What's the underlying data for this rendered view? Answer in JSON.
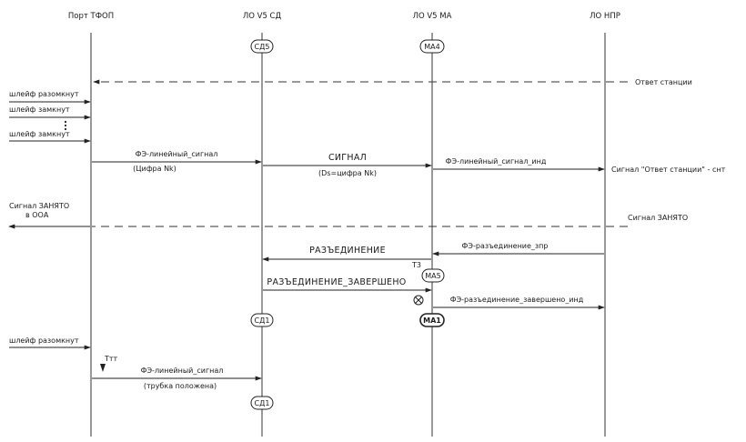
{
  "headers": {
    "port": "Порт ТФОП",
    "lo_sd": "ЛО V5 СД",
    "lo_ma": "ЛО V5 МА",
    "lo_npr": "ЛО НПР"
  },
  "states": {
    "sd5": "СД5",
    "ma4": "МА4",
    "ma5": "МА5",
    "sd1_a": "СД1",
    "ma1": "МА1",
    "sd1_b": "СД1"
  },
  "labels": {
    "station_answer": "Ответ станции",
    "loop_open_1": "шлейф разомкнут",
    "loop_closed_1": "шлейф замкнут",
    "loop_closed_2": "шлейф замкнут",
    "fe_line_signal_1": "ФЭ-линейный_сигнал",
    "digit_nk": "(Цифра Nk)",
    "signal": "СИГНАЛ",
    "ds_digit_nk": "(Ds=цифра Nk)",
    "fe_line_signal_ind": "ФЭ-линейный_сигнал_инд",
    "signal_station_answer": "Сигнал \"Ответ станции\" - снт",
    "busy_ooa_1": "Сигнал ЗАНЯТО",
    "busy_ooa_2": "в ООА",
    "busy_right": "Сигнал ЗАНЯТО",
    "fe_disconnect_req": "ФЭ-разъединение_зпр",
    "disconnect": "РАЗЪЕДИНЕНИЕ",
    "t3": "T3",
    "disconnect_done": "РАЗЪЕДИНЕНИЕ_ЗАВЕРШЕНО",
    "fe_disconnect_done_ind": "ФЭ-разъединение_завершено_инд",
    "loop_open_2": "шлейф разомкнут",
    "ttr": "Tтт",
    "fe_line_signal_2": "ФЭ-линейный_сигнал",
    "handset_down": "(трубка положена)"
  }
}
